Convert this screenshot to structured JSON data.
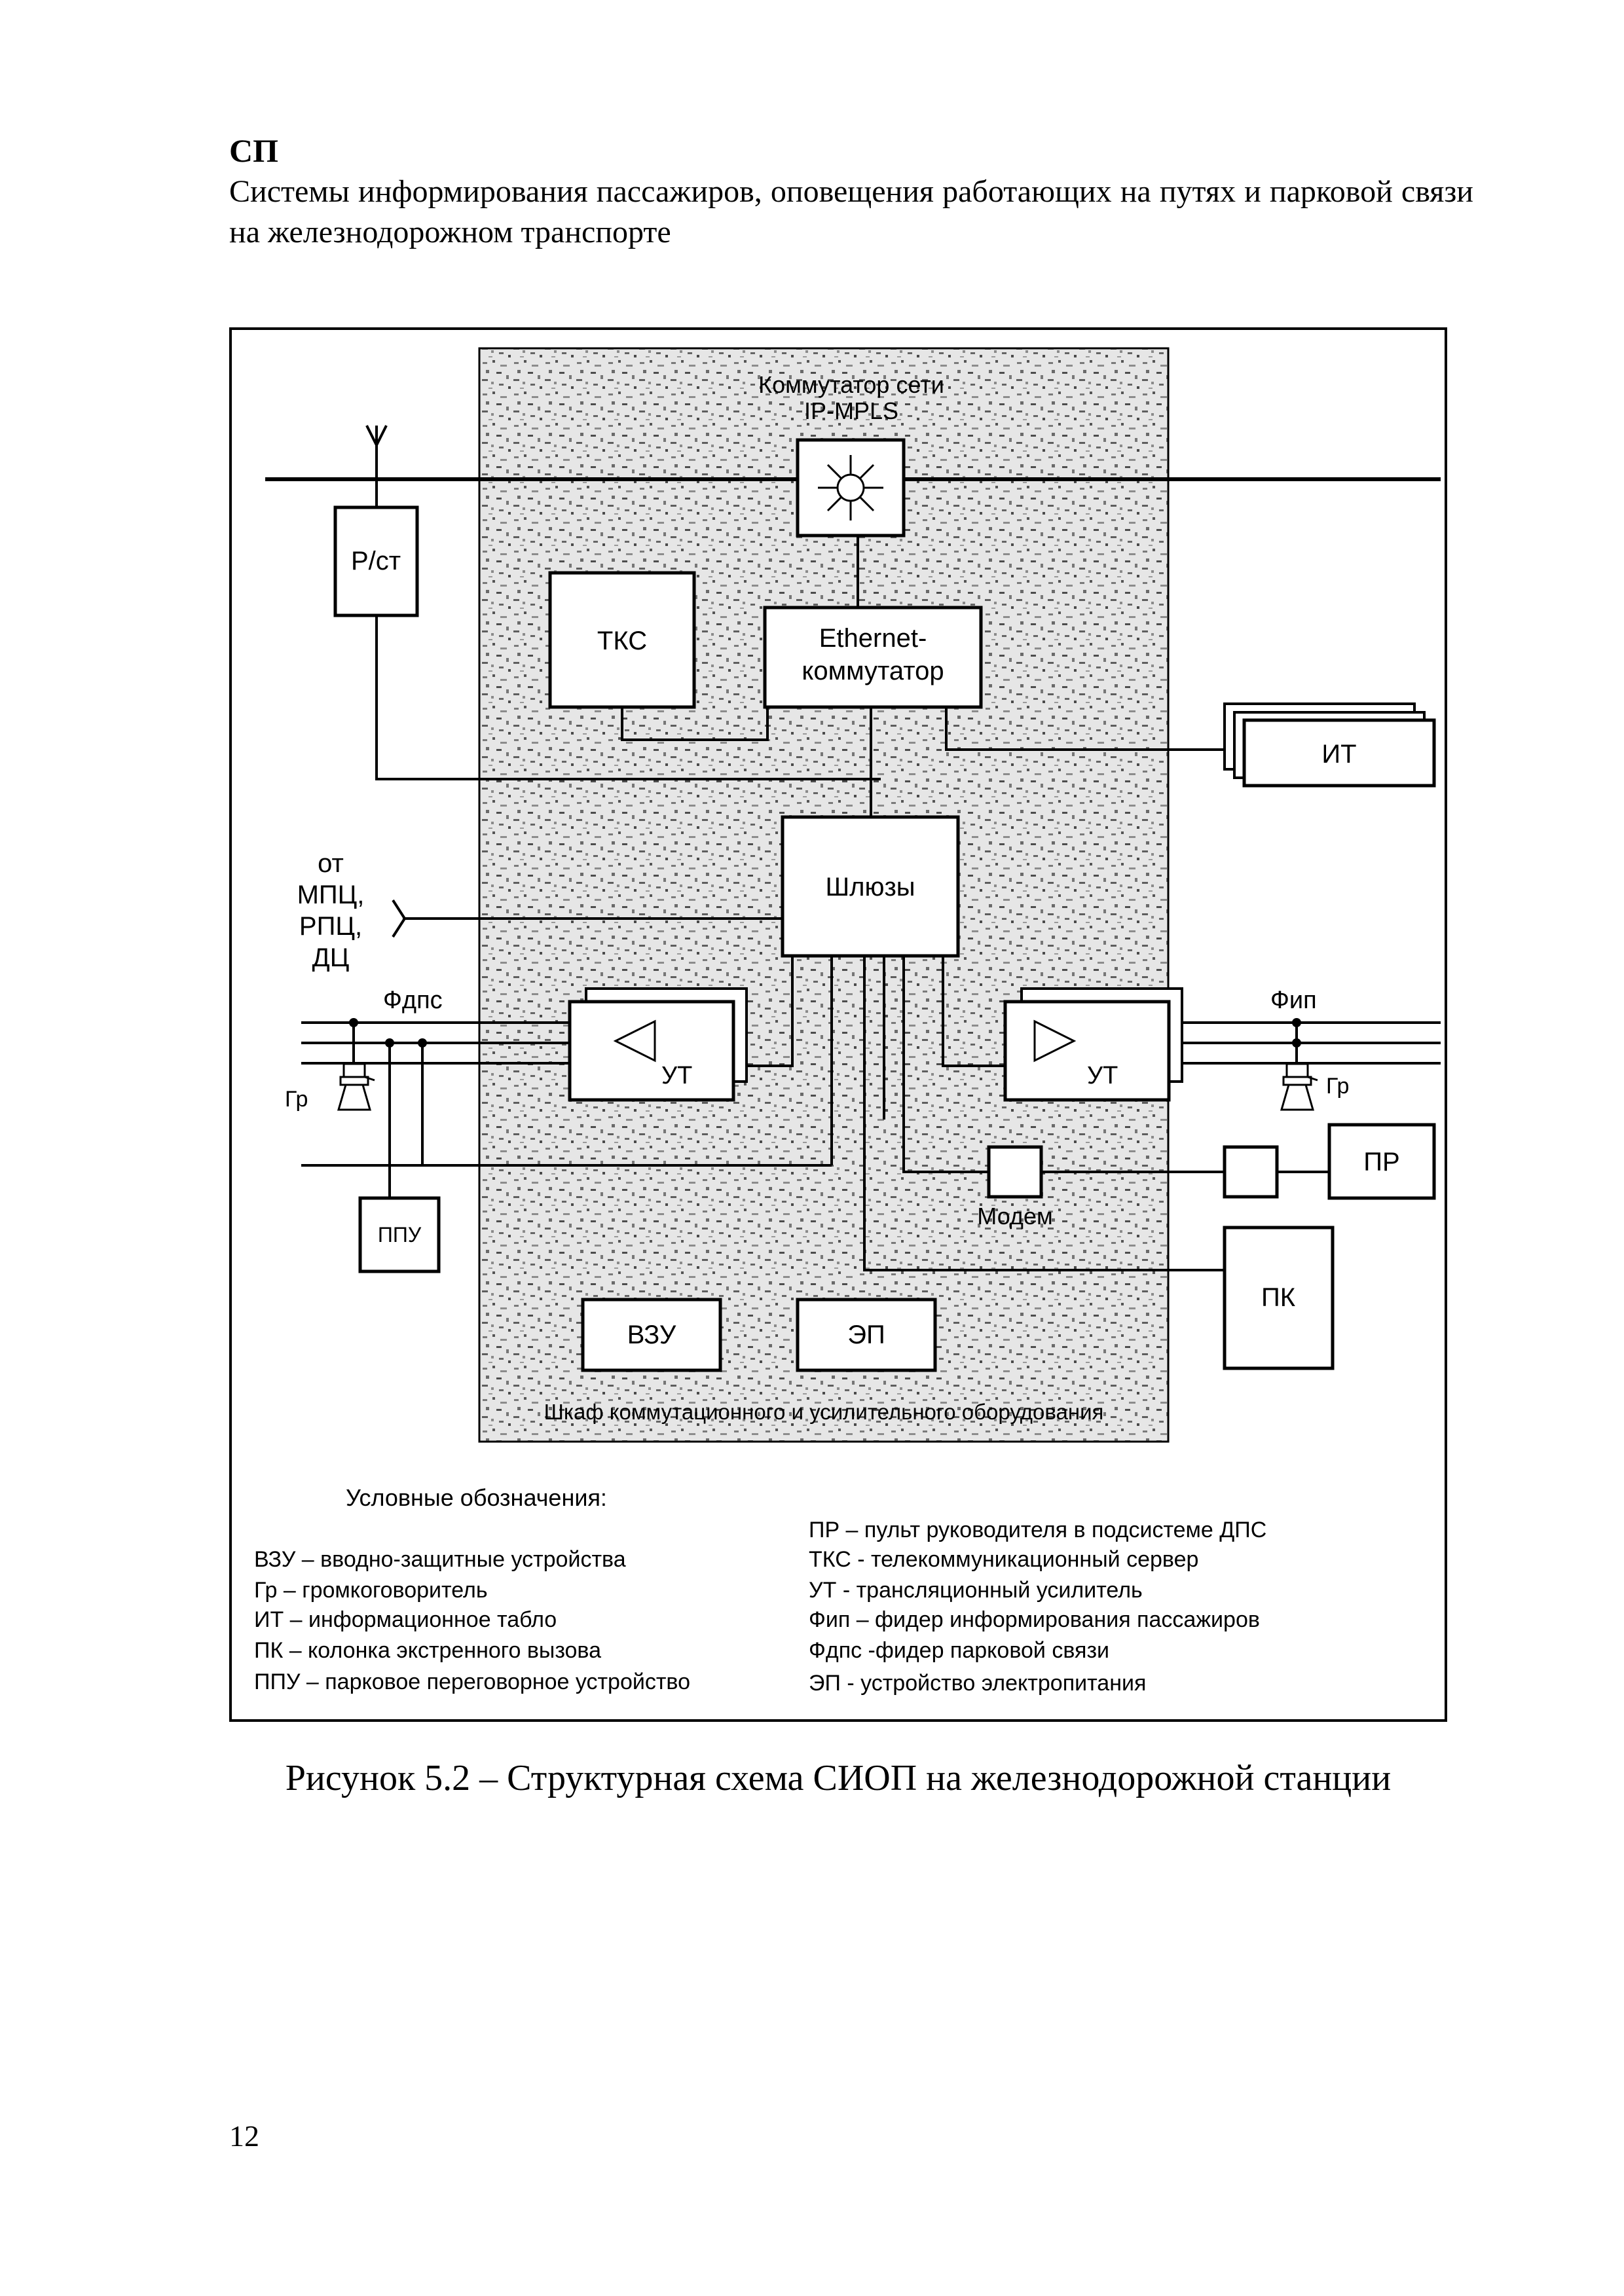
{
  "header": {
    "code": "СП",
    "title": "Системы информирования пассажиров, оповещения работающих на путях и парковой связи на железнодорожном транспорте"
  },
  "diagram": {
    "switch_label_line1": "Коммутатор сети",
    "switch_label_line2": "IP-MPLS",
    "tks": "ТКС",
    "ethernet_line1": "Ethernet-",
    "ethernet_line2": "коммутатор",
    "radio": "Р/ст",
    "it": "ИТ",
    "gateways": "Шлюзы",
    "from_line1": "от",
    "from_line2": "МПЦ,",
    "from_line3": "РПЦ,",
    "from_line4": "ДЦ",
    "fdps": "Фдпс",
    "fip": "Фип",
    "ut_left": "УТ",
    "ut_right": "УТ",
    "gr_left": "Гр",
    "gr_right": "Гр",
    "ppu": "ППУ",
    "pr": "ПР",
    "modem": "Модем",
    "pk": "ПК",
    "vzu": "ВЗУ",
    "ep": "ЭП",
    "cabinet_label": "Шкаф коммутационного и усилительного оборудования"
  },
  "legend": {
    "title": "Условные обозначения:",
    "left": [
      "ВЗУ – вводно-защитные устройства",
      "Гр – громкоговоритель",
      "ИТ – информационное табло",
      "ПК – колонка экстренного вызова",
      "ППУ – парковое переговорное устройство"
    ],
    "right": [
      "ПР – пульт руководителя в подсистеме ДПС",
      "ТКС - телекоммуникационный сервер",
      "УТ - трансляционный усилитель",
      "Фип – фидер информирования пассажиров",
      "Фдпс -фидер парковой связи",
      "ЭП - устройство электропитания"
    ]
  },
  "caption": "Рисунок 5.2 – Структурная схема СИОП на железнодорожной станции",
  "page_number": "12"
}
